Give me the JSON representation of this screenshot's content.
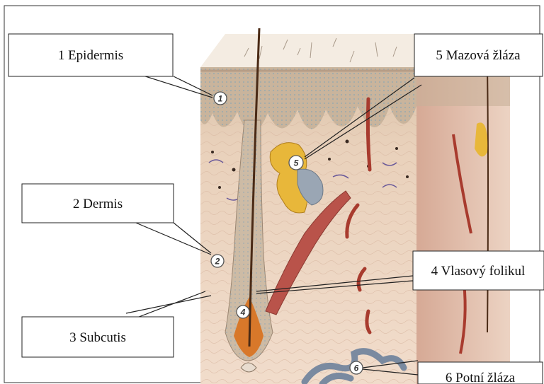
{
  "labels": {
    "epidermis": "1 Epidermis",
    "dermis": "2 Dermis",
    "subcutis": "3 Subcutis",
    "follicle": "4 Vlasový folikul",
    "sebaceous": "5 Mazová žláza",
    "sweat": "6 Potní žláza"
  },
  "markers": [
    "1",
    "2",
    "4",
    "5",
    "6"
  ],
  "colors": {
    "epidermis": "#dcc7b0",
    "dermis": "#ecd6c2",
    "subcutis": "#f0dccb",
    "hair": "#4a2a15",
    "sebaceous": "#e8b73a",
    "sweat": "#7a8aa0",
    "muscle": "#b9534a",
    "vessel": "#a83b2e"
  }
}
